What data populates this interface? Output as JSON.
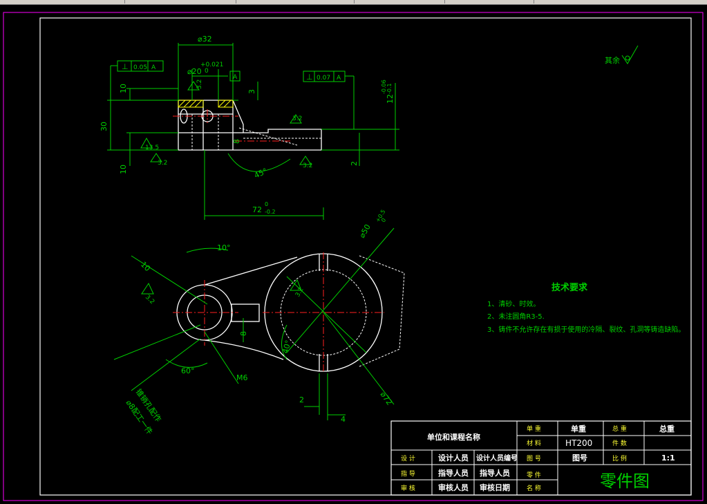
{
  "dims": {
    "d32": "⌀32",
    "d20": "⌀20",
    "d20_tol": "+0.021",
    "d20_tol_low": "0",
    "v10_top": "10",
    "v30": "30",
    "v10_bot": "10",
    "h3": "3",
    "h8": "8",
    "r12": "12",
    "r12_tol": "-0.06",
    "r12_tol2": "-0.1",
    "r2": "2",
    "r13_5": "13.5",
    "angle45": "45°",
    "len72": "72",
    "len72_tol": "0",
    "len72_tol2": "-0.2",
    "d50": "⌀50",
    "d50_tol": "+0.5",
    "d50_tol2": "0",
    "d72": "⌀72",
    "v10_side": "10",
    "angle10": "10°",
    "angle60": "60°",
    "angle40": "40°",
    "m6": "M6",
    "v8_plan": "8",
    "b2": "2",
    "b4": "4",
    "bore_note1": "锥销孔配作",
    "bore_note2": "⌀8配工一件"
  },
  "tolerances": {
    "perp1_sym": "⊥",
    "perp1_val": "0.05",
    "perp1_ref": "A",
    "perp2_sym": "⊥",
    "perp2_val": "0.07",
    "perp2_ref": "A",
    "datum": "A"
  },
  "roughness": {
    "r1": "3.2",
    "r2": "3.2",
    "r3": "3.2",
    "r4": "3.2",
    "r5": "3.2",
    "r6": "3.2",
    "r7": "3.2",
    "rest": "其余"
  },
  "tech": {
    "title": "技术要求",
    "item1": "1、清砂、时效。",
    "item2": "2、未注圆角R3-5.",
    "item3": "3、铸件不允许存在有损于使用的冷隔、裂纹、孔洞等铸造缺陷。"
  },
  "title_block": {
    "unit": "单位和课程名称",
    "c1": "单  重",
    "c1v": "单重",
    "c2": "总  重",
    "c2v": "总重",
    "c3": "材  料",
    "c3v": "HT200",
    "c4": "件  数",
    "r1a": "设  计",
    "r1b": "设计人员",
    "r1c": "设计人员编号",
    "r1d": "图  号",
    "r1e": "图号",
    "r1f": "比  例",
    "r1g": "1:1",
    "r2a": "指  导",
    "r2b": "指导人员",
    "r2c": "指导人员",
    "r2d": "零  件",
    "r3a": "审  核",
    "r3b": "审核人员",
    "r3c": "审核日期",
    "r3d": "名  称",
    "name": "零件图"
  },
  "colors": {
    "background": "#000000",
    "dimension": "#00d000",
    "outline": "#ffffff",
    "centerline": "#ff2020",
    "hatch": "#ffff00",
    "border": "#ff00ff"
  }
}
